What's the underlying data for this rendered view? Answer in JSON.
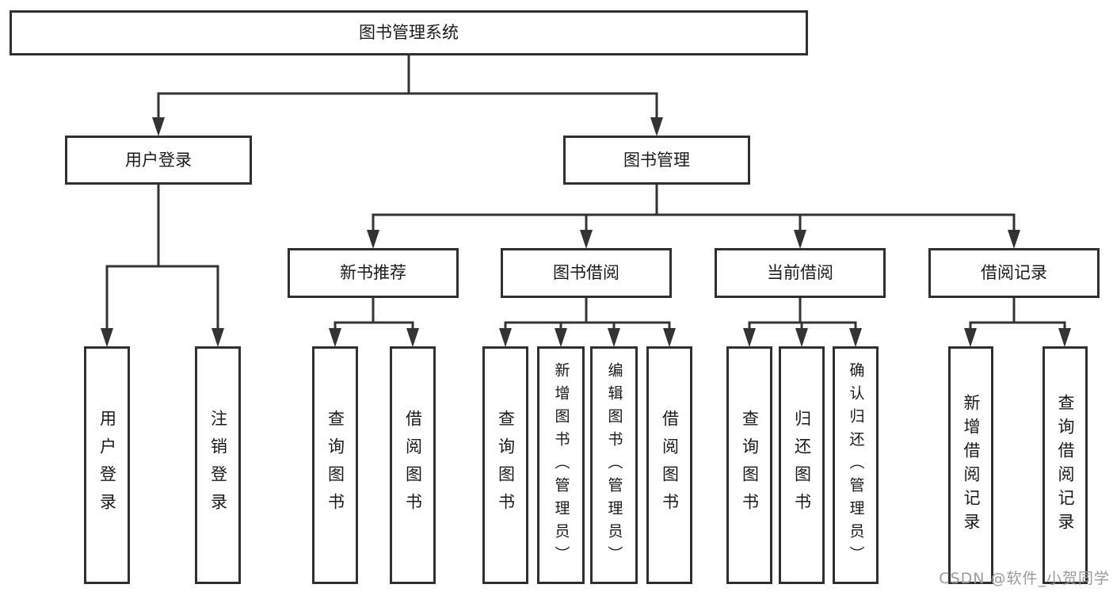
{
  "title": "图书管理系统",
  "watermark": {
    "text": "CSDN @软件_小贺同学"
  },
  "colors": {
    "line": "#333333",
    "box_border": "#303030",
    "box_bg": "#ffffff",
    "text": "#1a1a1a",
    "watermark": "#9b9b9b"
  },
  "tree": {
    "root": {
      "label": "图书管理系统"
    },
    "branches": [
      {
        "label": "用户登录",
        "children": [
          "用户登录",
          "注销登录"
        ]
      },
      {
        "label": "图书管理",
        "groups": [
          {
            "label": "新书推荐",
            "children": [
              "查询图书",
              "借阅图书"
            ]
          },
          {
            "label": "图书借阅",
            "children": [
              "查询图书",
              "新增图书（管理员）",
              "编辑图书（管理员）",
              "借阅图书"
            ]
          },
          {
            "label": "当前借阅",
            "children": [
              "查询图书",
              "归还图书",
              "确认归还（管理员）"
            ]
          },
          {
            "label": "借阅记录",
            "children": [
              "新增借阅记录",
              "查询借阅记录"
            ]
          }
        ]
      }
    ]
  }
}
